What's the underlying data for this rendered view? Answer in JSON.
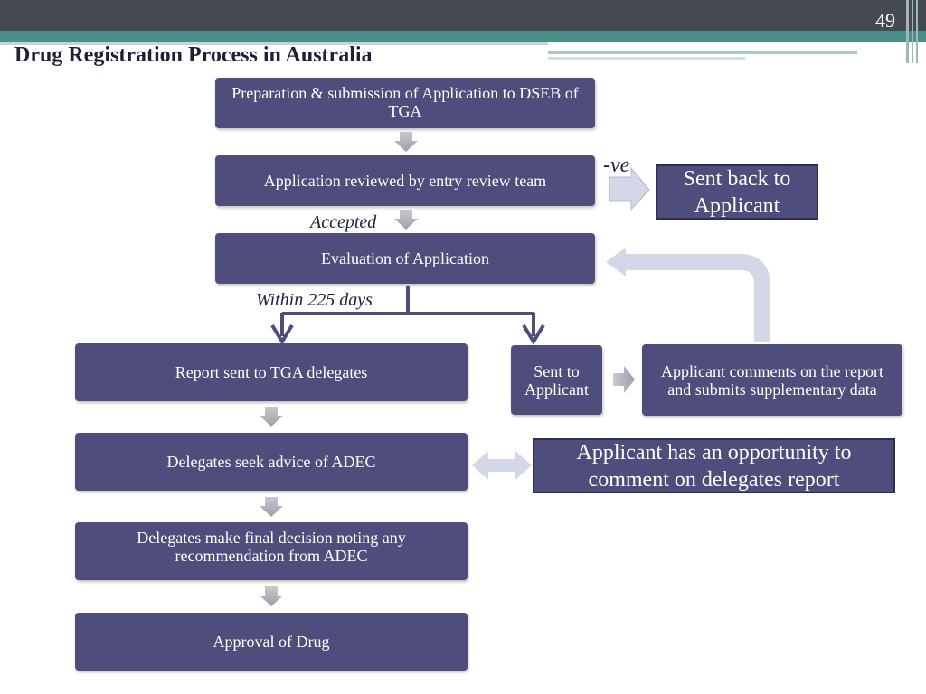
{
  "slide": {
    "number": "49",
    "title": "Drug Registration Process in Australia"
  },
  "flow": {
    "step1": "Preparation & submission of Application to DSEB of TGA",
    "step2": "Application reviewed by entry review team",
    "rejected": "Sent back to Applicant",
    "step3": "Evaluation of Application",
    "step4": "Report sent to TGA delegates",
    "sent_to_applicant": "Sent to Applicant",
    "applicant_comments": "Applicant comments on the report and submits supplementary data",
    "step5": "Delegates seek advice of ADEC",
    "opportunity": "Applicant has an opportunity to comment on delegates report",
    "step6": "Delegates make final decision noting any recommendation from ADEC",
    "step7": "Approval of Drug"
  },
  "labels": {
    "negative": "-ve",
    "accepted": "Accepted",
    "within": "Within 225 days"
  },
  "colors": {
    "box": "#4e4d7c",
    "arrow_gray": "#a9aab3",
    "arrow_light": "#d4d7e8",
    "connector": "#4e4d7c"
  }
}
